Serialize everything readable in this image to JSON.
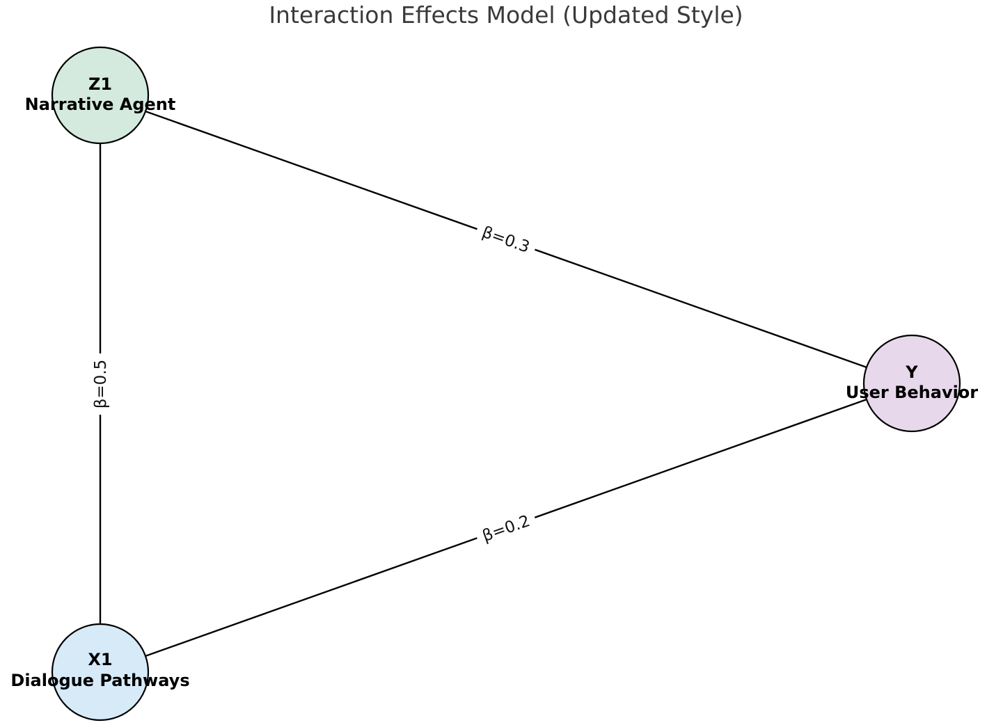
{
  "title": "Interaction Effects Model (Updated Style)",
  "nodes": [
    {
      "id": "Z1",
      "name": "Narrative Agent",
      "color": "#d5eadf"
    },
    {
      "id": "X1",
      "name": "Dialogue Pathways",
      "color": "#d6eaf8"
    },
    {
      "id": "Y",
      "name": "User Behavior",
      "color": "#e8d8ec"
    }
  ],
  "edges": [
    {
      "from": "Z1",
      "to": "Y",
      "label": "β=0.3"
    },
    {
      "from": "Z1",
      "to": "X1",
      "label": "β=0.5"
    },
    {
      "from": "X1",
      "to": "Y",
      "label": "β=0.2"
    }
  ]
}
